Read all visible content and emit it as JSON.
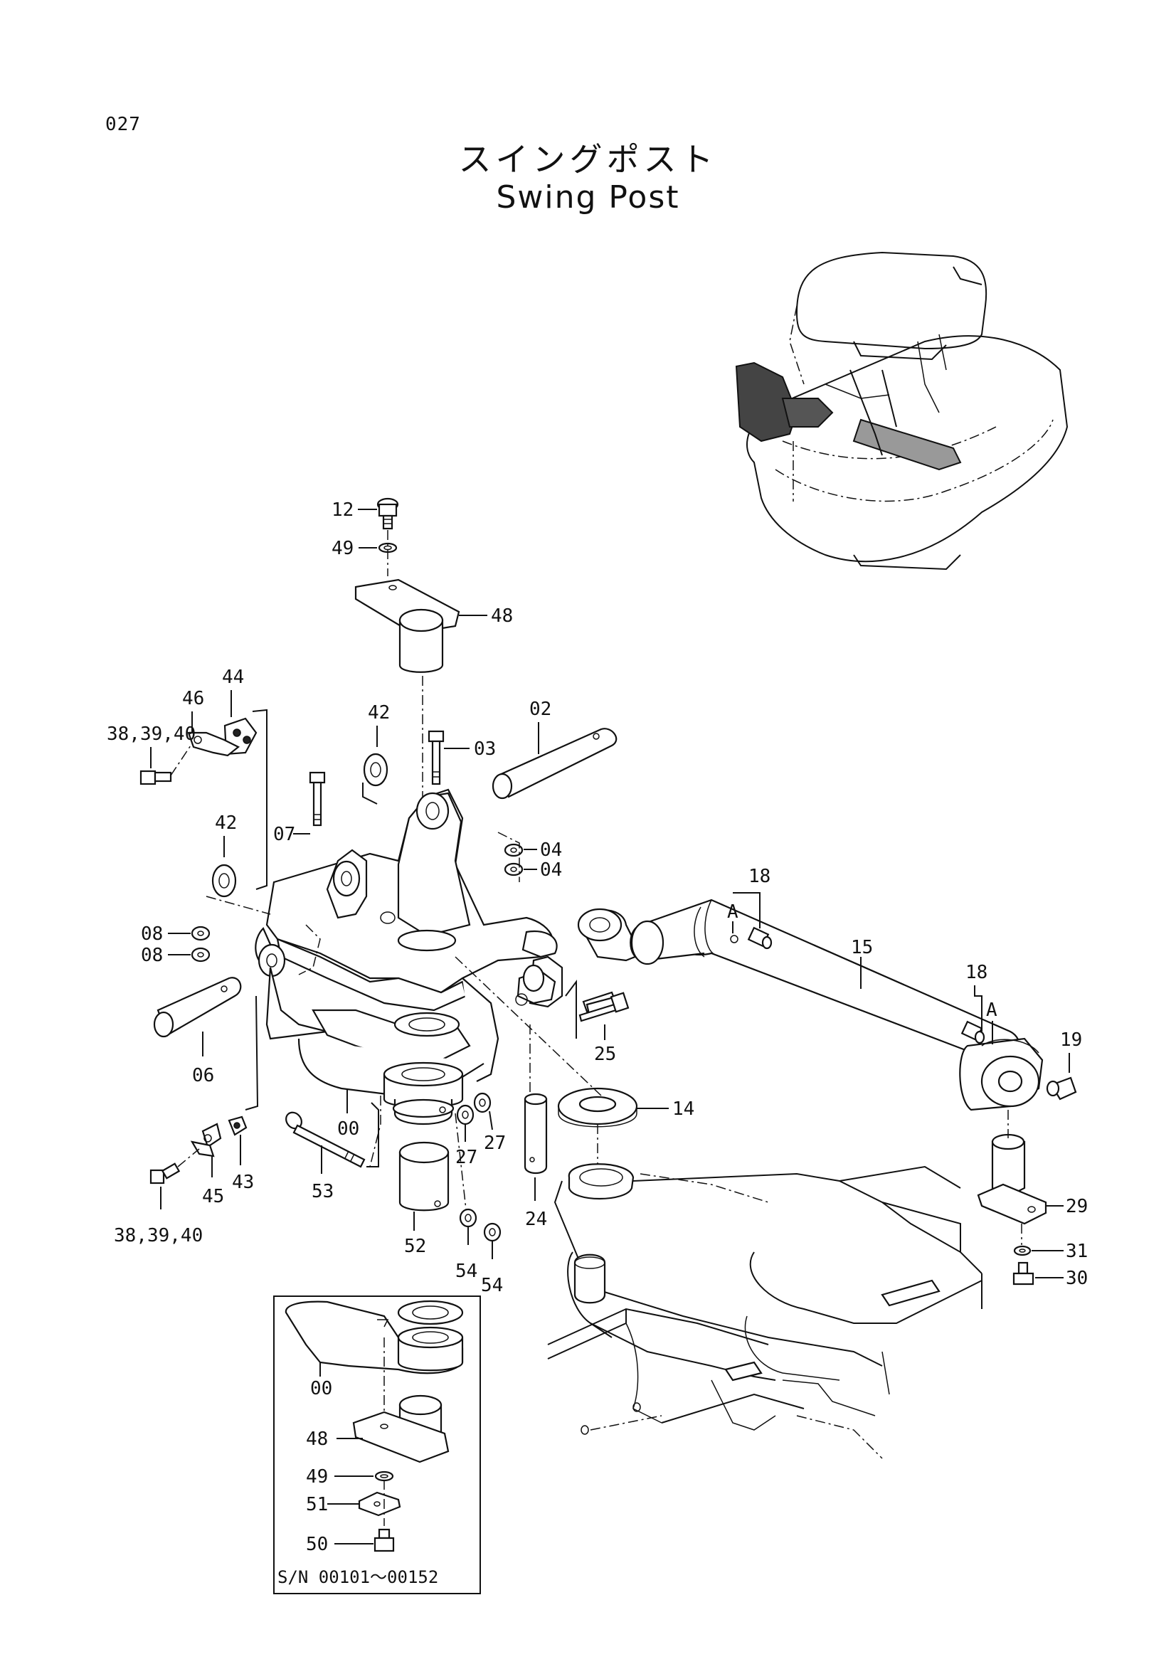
{
  "page_number": "027",
  "title_jp": "スイングポスト",
  "title_en": "Swing Post",
  "callouts": {
    "c12": "12",
    "c49_top": "49",
    "c48_top": "48",
    "c44": "44",
    "c46": "46",
    "c38_top": "38,39,40",
    "c42_a": "42",
    "c02": "02",
    "c03": "03",
    "c07": "07",
    "c42_b": "42",
    "c04_a": "04",
    "c04_b": "04",
    "c08_a": "08",
    "c08_b": "08",
    "c06": "06",
    "c18_a": "18",
    "cA_a": "A",
    "c15": "15",
    "c18_b": "18",
    "cA_b": "A",
    "c19": "19",
    "c25": "25",
    "c14": "14",
    "c00": "00",
    "c27_a": "27",
    "c27_b": "27",
    "c53": "53",
    "c45": "45",
    "c43": "43",
    "c38_bot": "38,39,40",
    "c24": "24",
    "c52": "52",
    "c54_a": "54",
    "c54_b": "54",
    "c29": "29",
    "c31": "31",
    "c30": "30",
    "c00_inset": "00",
    "c48_inset": "48",
    "c49_inset": "49",
    "c51": "51",
    "c50": "50"
  },
  "inset_serial": "S/N 00101～00152"
}
